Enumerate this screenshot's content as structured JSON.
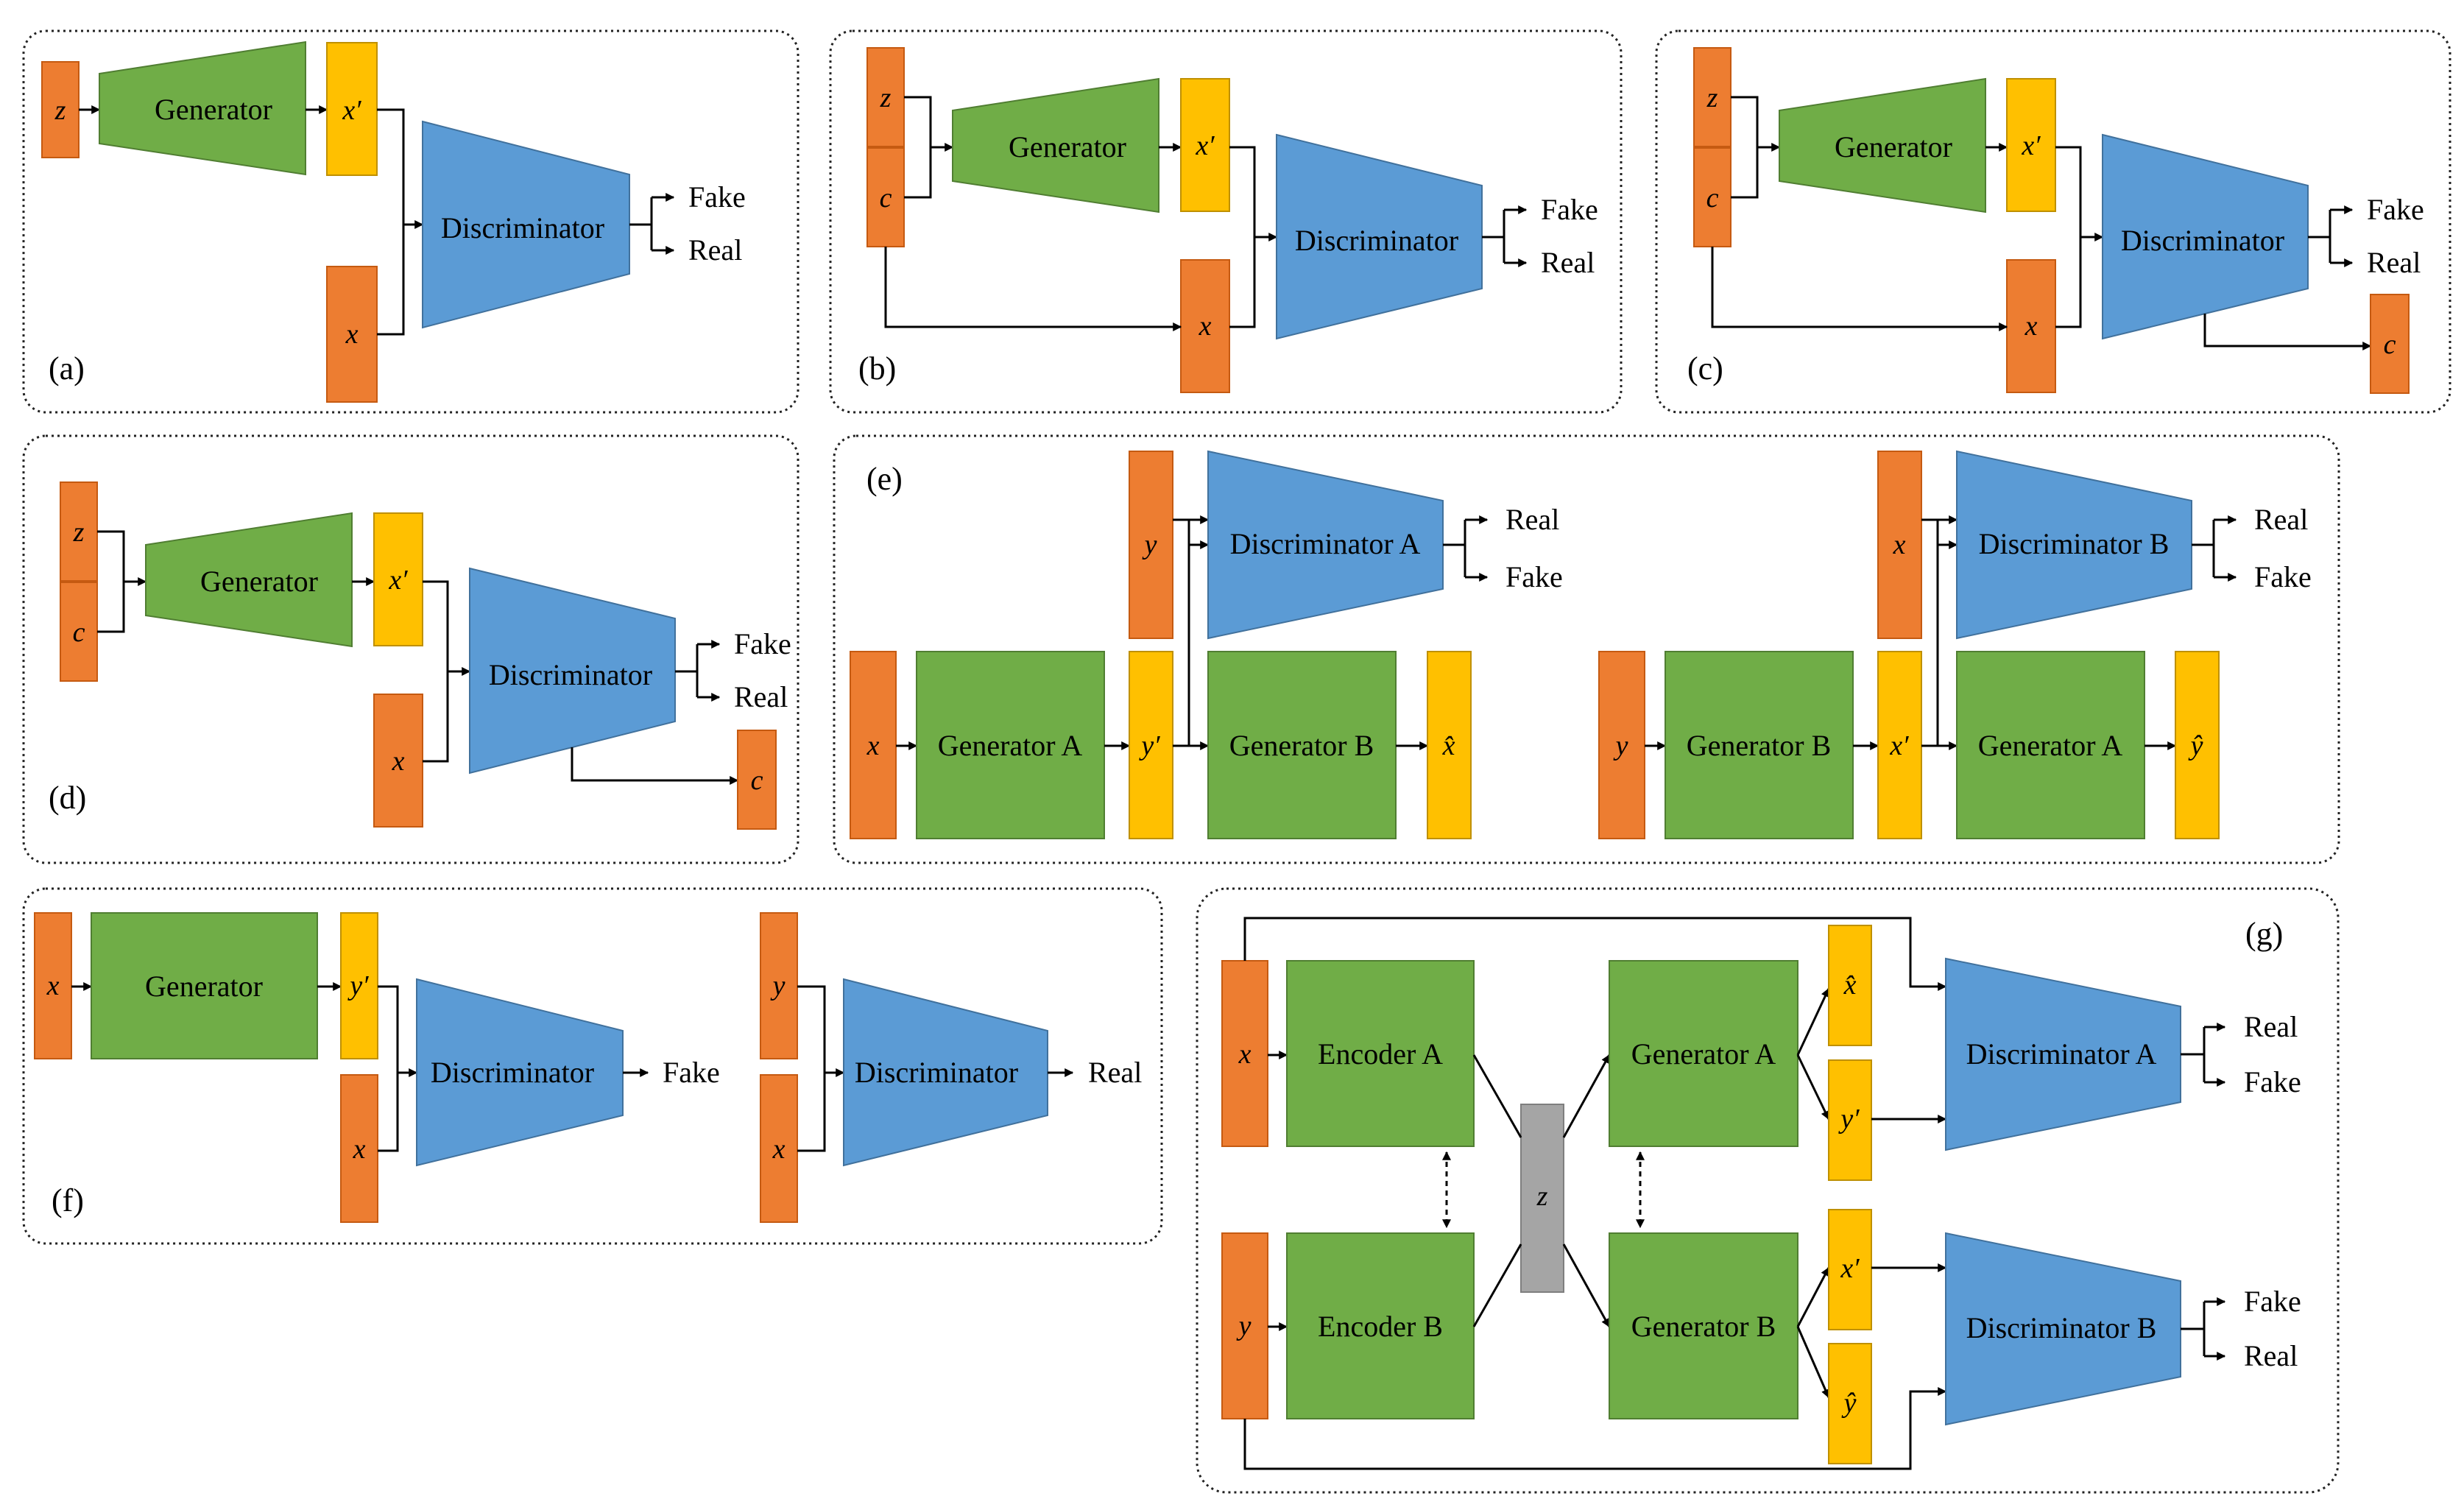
{
  "colors": {
    "input": "#ED7D31",
    "generated": "#FFC000",
    "generator": "#70AD47",
    "discriminator": "#5B9BD5",
    "latent": "#A5A5A5"
  },
  "labels": {
    "generator": "Generator",
    "discriminator": "Discriminator",
    "fake": "Fake",
    "real": "Real",
    "generator_a": "Generator A",
    "generator_b": "Generator B",
    "discriminator_a": "Discriminator A",
    "discriminator_b": "Discriminator B",
    "encoder_a": "Encoder A",
    "encoder_b": "Encoder B"
  },
  "vars": {
    "z": "z",
    "c": "c",
    "x": "x",
    "y": "y",
    "x_prime": "x′",
    "y_prime": "y′",
    "x_hat": "x̂",
    "y_hat": "ŷ"
  },
  "panels": {
    "a": "(a)",
    "b": "(b)",
    "c": "(c)",
    "d": "(d)",
    "e": "(e)",
    "f": "(f)",
    "g": "(g)"
  }
}
